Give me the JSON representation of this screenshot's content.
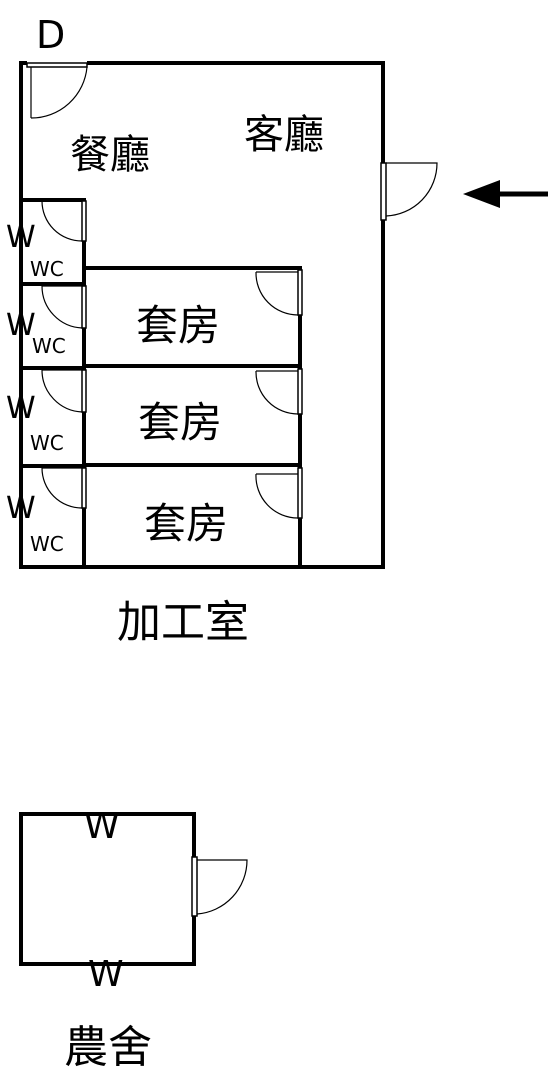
{
  "compass": {
    "label": "D"
  },
  "entrance_arrow": {
    "icon": "arrow-left-icon"
  },
  "main_building": {
    "name": "加工室",
    "rooms": {
      "dining": "餐廳",
      "living": "客廳",
      "suite_1": "套房",
      "suite_2": "套房",
      "suite_3": "套房"
    },
    "wc_labels": [
      "WC",
      "WC",
      "WC",
      "WC"
    ],
    "window_labels": [
      "W",
      "W",
      "W",
      "W"
    ]
  },
  "farm_house": {
    "name": "農舍",
    "window_labels": [
      "W",
      "W"
    ]
  },
  "colors": {
    "line": "#000000",
    "background": "#ffffff"
  }
}
